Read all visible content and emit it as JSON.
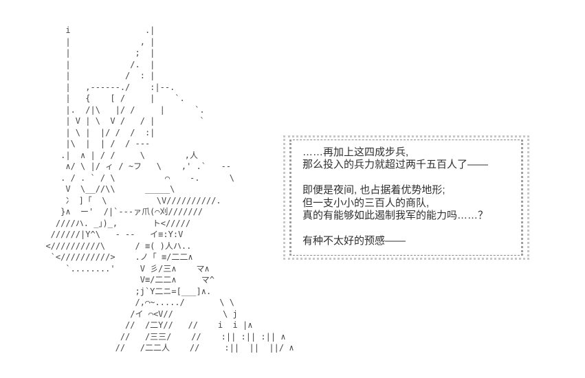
{
  "page": {
    "background": "#ffffff",
    "text_color": "#2f2f2f",
    "frame_color": "#9e9e9e"
  },
  "ascii_art": {
    "text": "      i               .|\n      |              , |\n      |             ;  |\n      |            /.  |\n      |           /  : |\n      |   ,------./    :|--.\n      |   {    [ /     |    `.\n      |.  /|\\   |/ /     |      `.\n      | V | \\  V /   / |         `\n      | \\ |  |/ /  /  :|\n      |\\  |  | /  / ---\n     .|  ∧ | / /     \\        ,人\n      ∧/ \\ |/ ィ / ~フ   \\    ,' .`   --\n     . / . ` / \\          ⌒    -.      \\\n      V  \\__//\\\\      _____\\\n      冫 ]「  \\          \\V//////////.\n     }∧  ー'  /|`---ァ爪(⌒刈///////\n    ////ハ. _」)_,       ト</////\n   //////|Y^\\   - --   イ≡:Y:V\n  <//////////\\      / ≡( )人ハ..\n   `<//////////>    .ノ「 ≡/二二∧\n      `........'     V 彡/三∧    マ∧\n                     V≡/二二∧     マ^\n                    ;j`Y二ニ=[___]∧.\n                    /,⌒~...../       \\ \\\n                   /イ ⌒<V//          \\ j\n                  //  /二Y//   //    i  i |∧\n                 //   /三三/    //    :|| :|| :|| ∧\n                //   /二二人    //     :||  ||  ||/ ∧"
  },
  "dialogue": {
    "lines": [
      "……再加上这四成步兵,",
      "那么投入的兵力就超过两千五百人了——",
      "",
      "即便是夜间, 也占据着优势地形;",
      "但一支小小的三百人的商队,",
      "真的有能够如此遏制我军的能力吗……？",
      "",
      "有种不太好的预感——"
    ]
  }
}
